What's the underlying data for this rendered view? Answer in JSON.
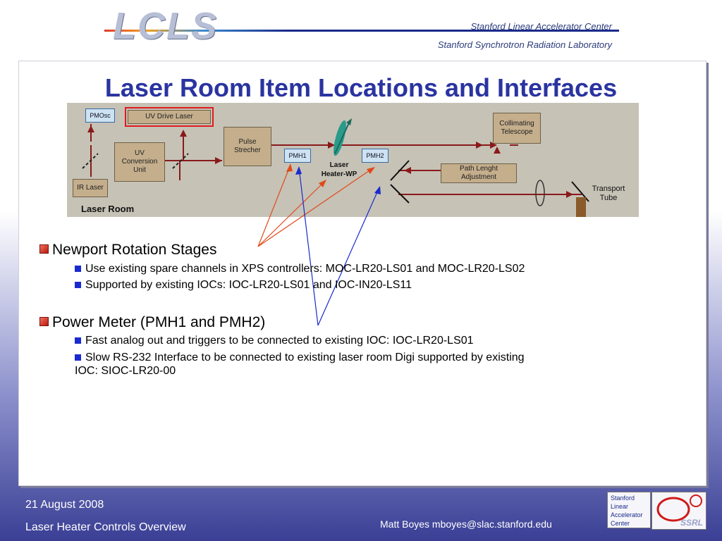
{
  "header": {
    "logo_text": "LCLS",
    "org_line1": "Stanford Linear Accelerator Center",
    "org_line2": "Stanford Synchrotron Radiation Laboratory"
  },
  "slide": {
    "title": "Laser Room Item Locations and Interfaces"
  },
  "diagram": {
    "pmosc": "PMOsc",
    "uv_drive_laser": "UV Drive Laser",
    "uv_conversion_unit": "UV\nConversion\nUnit",
    "ir_laser": "IR Laser",
    "pulse_strecher": "Pulse\nStrecher",
    "pmh1": "PMH1",
    "laser_heater_wp": "Laser\nHeater-WP",
    "pmh2": "PMH2",
    "collimating_telescope": "Collimating\nTelescope",
    "path_lenght_adjustment": "Path Lenght\nAdjustment",
    "transport_tube": "Transport\nTube",
    "laser_room": "Laser Room"
  },
  "bullets": [
    {
      "text": "Newport Rotation Stages",
      "sub": [
        "Use existing spare channels in XPS controllers: MOC-LR20-LS01 and MOC-LR20-LS02",
        "Supported by existing IOCs:  IOC-LR20-LS01 and IOC-IN20-LS11"
      ]
    },
    {
      "text": "Power Meter (PMH1 and PMH2)",
      "sub": [
        "Fast analog out and triggers to be connected to existing IOC: IOC-LR20-LS01",
        "Slow RS-232 Interface to be connected to existing laser room Digi supported by existing",
        "IOC: SIOC-LR20-00"
      ]
    }
  ],
  "footer": {
    "date": "21 August 2008",
    "title": "Laser Heater Controls Overview",
    "author": "Matt Boyes mboyes@slac.stanford.edu"
  },
  "logos": {
    "slac_lines": [
      "Stanford",
      "Linear",
      "Accelerator",
      "Center"
    ],
    "ssrl": "SSRL"
  },
  "colors": {
    "title": "#2a34a0",
    "beam": "#8a1a1a",
    "arrow_red": "#e04a1a",
    "arrow_blue": "#1a2ad0",
    "bullet_red": "#c0281a",
    "bullet_blue": "#1a2ad0"
  }
}
